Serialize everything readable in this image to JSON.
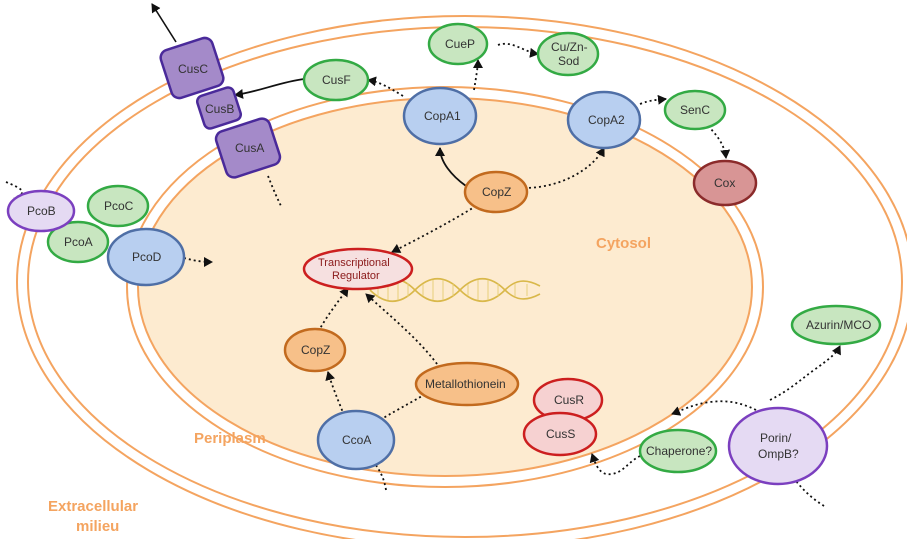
{
  "regions": {
    "cytosol": "Cytosol",
    "periplasm": "Periplasm",
    "extracellular_line1": "Extracellular",
    "extracellular_line2": "milieu"
  },
  "proteins": {
    "cusC": "CusC",
    "cusB": "CusB",
    "cusA": "CusA",
    "cusF": "CusF",
    "cueP": "CueP",
    "cuZnSod_line1": "Cu/Zn-",
    "cuZnSod_line2": "Sod",
    "copA1": "CopA1",
    "copA2": "CopA2",
    "senC": "SenC",
    "cox": "Cox",
    "copZ_top": "CopZ",
    "pcoB": "PcoB",
    "pcoC": "PcoC",
    "pcoA": "PcoA",
    "pcoD": "PcoD",
    "regulator_line1": "Transcriptional",
    "regulator_line2": "Regulator",
    "copZ_bottom": "CopZ",
    "metallothionein": "Metallothionein",
    "ccoA": "CcoA",
    "cusR": "CusR",
    "cusS": "CusS",
    "chaperone": "Chaperone?",
    "porin_line1": "Porin/",
    "porin_line2": "OmpB?",
    "azurin": "Azurin/MCO"
  },
  "colors": {
    "membrane": "#f4a460",
    "cytosol_fill": "#fdebd0",
    "green_fill": "#c8e6c0",
    "green_stroke": "#33aa44",
    "blue_fill": "#b8cff0",
    "blue_stroke": "#4f6fa6",
    "orange_fill": "#f7c089",
    "orange_stroke": "#c26a1e",
    "purple_fill": "#a48ac9",
    "purple_stroke": "#4a2a9a",
    "lavender_fill": "#e5daf3",
    "lavender_stroke": "#7b3fbf",
    "red_stroke": "#cc1f1f",
    "pink_fill": "#f6d1d1",
    "cox_fill": "#d89595",
    "cox_stroke": "#8b2b2b"
  }
}
